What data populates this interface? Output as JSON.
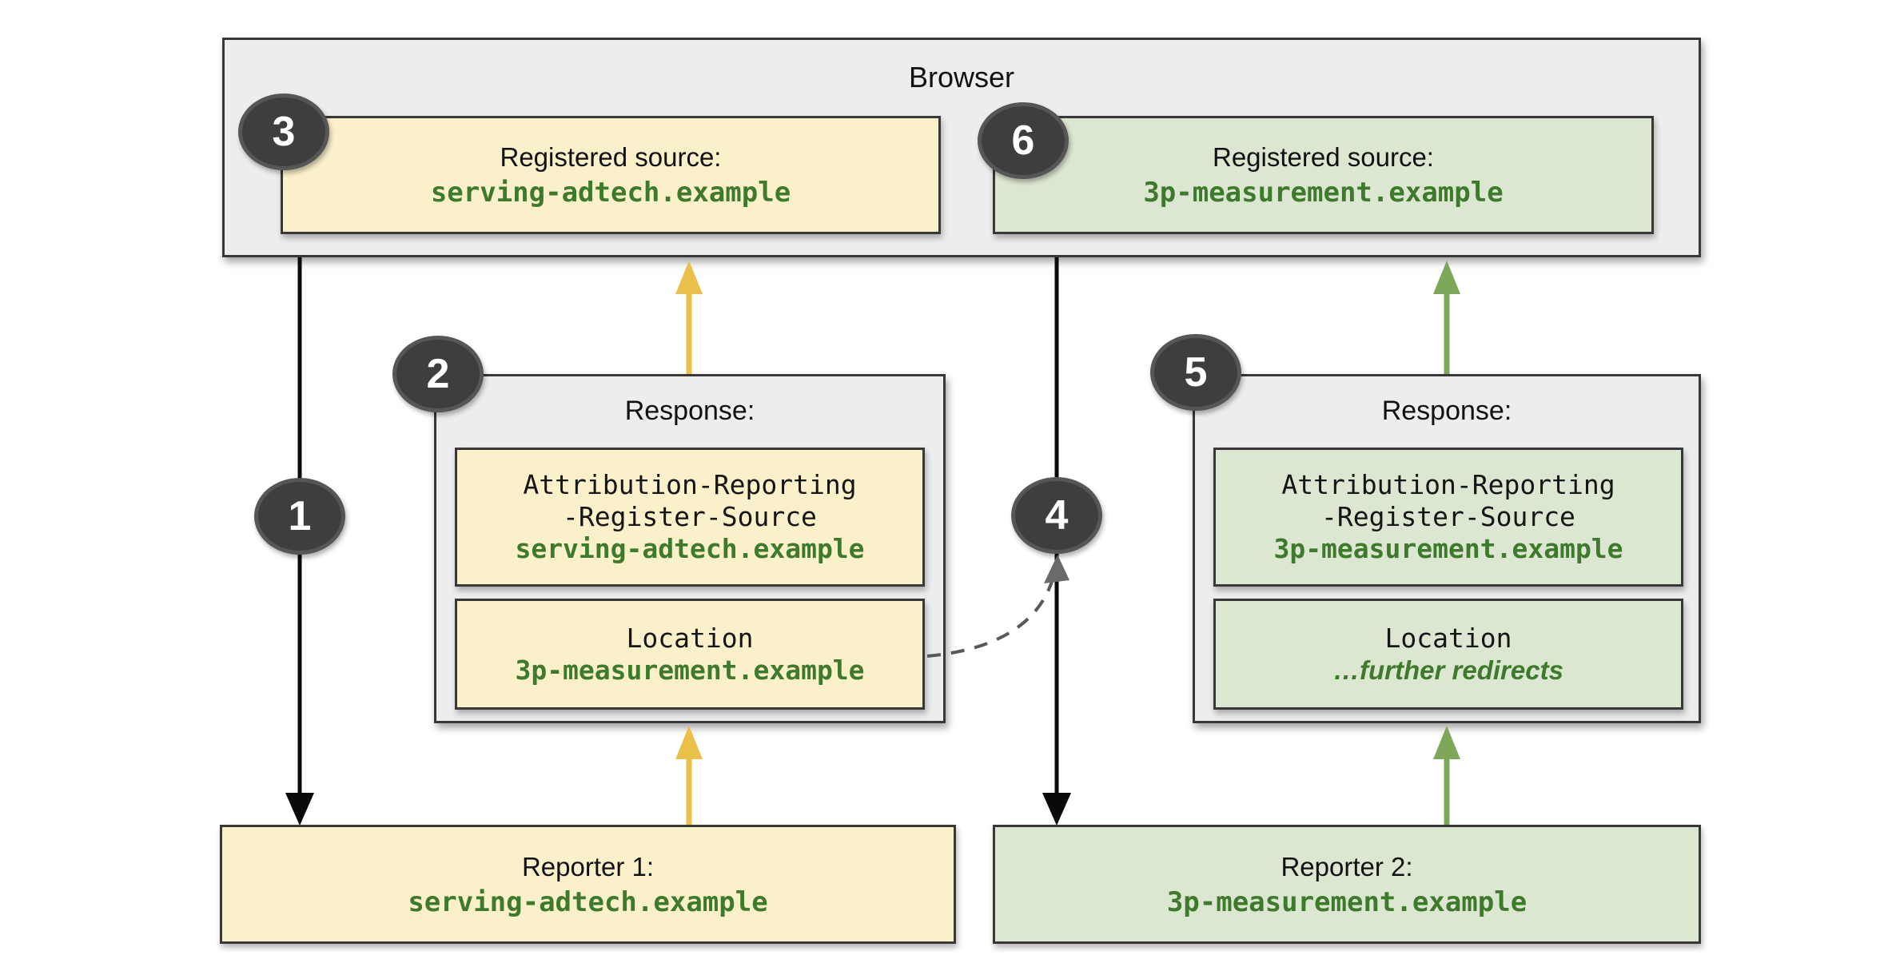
{
  "colors": {
    "background": "#ffffff",
    "panel_gray": "#ededed",
    "panel_yellow": "#faf0ca",
    "panel_green": "#dce7d1",
    "border_dark": "#383838",
    "text_black": "#111111",
    "green_text": "#3e7a2b",
    "arrow_black": "#0a0a0a",
    "arrow_yellow": "#e8c04a",
    "arrow_green": "#7da85a",
    "dashed_gray": "#595959",
    "dashed_head": "#6a6a6a",
    "circle_fill": "#3e3e3e",
    "circle_ring": "#565656"
  },
  "browser": {
    "title": "Browser",
    "registered_sources": [
      {
        "label": "Registered source:",
        "domain": "serving-adtech.example"
      },
      {
        "label": "Registered source:",
        "domain": "3p-measurement.example"
      }
    ]
  },
  "responses": [
    {
      "title": "Response:",
      "header_line1": "Attribution-Reporting",
      "header_line2": "-Register-Source",
      "header_domain": "serving-adtech.example",
      "location_label": "Location",
      "location_value": "3p-measurement.example"
    },
    {
      "title": "Response:",
      "header_line1": "Attribution-Reporting",
      "header_line2": "-Register-Source",
      "header_domain": "3p-measurement.example",
      "location_label": "Location",
      "location_value": "…further redirects"
    }
  ],
  "reporters": [
    {
      "label": "Reporter 1:",
      "domain": "serving-adtech.example"
    },
    {
      "label": "Reporter 2:",
      "domain": "3p-measurement.example"
    }
  ],
  "steps": [
    "1",
    "2",
    "3",
    "4",
    "5",
    "6"
  ]
}
